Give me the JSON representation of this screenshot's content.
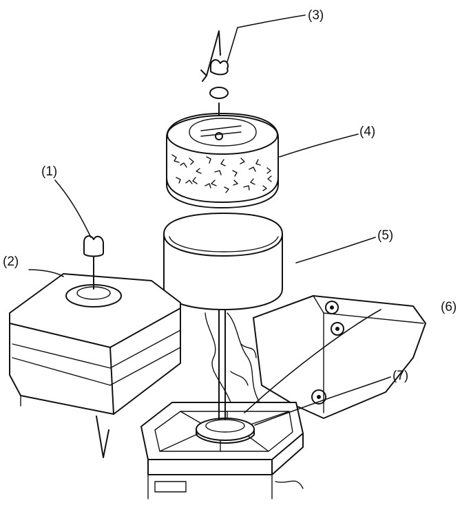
{
  "callouts": [
    {
      "id": "1",
      "label": "(1)"
    },
    {
      "id": "2",
      "label": "(2)"
    },
    {
      "id": "3",
      "label": "(3)"
    },
    {
      "id": "4",
      "label": "(4)"
    },
    {
      "id": "5",
      "label": "(5)"
    },
    {
      "id": "6",
      "label": "(6)"
    },
    {
      "id": "7",
      "label": "(7)"
    }
  ],
  "colors": {
    "ink": "#111111",
    "paper": "#ffffff"
  }
}
